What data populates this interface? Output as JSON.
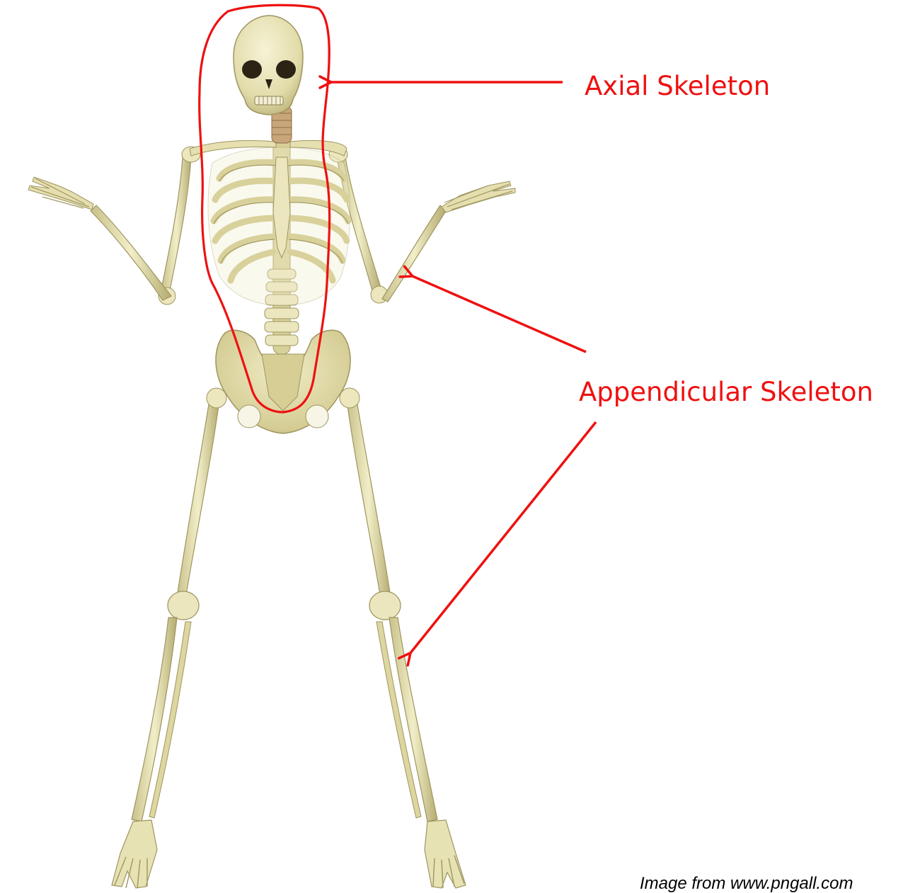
{
  "labels": {
    "axial": "Axial Skeleton",
    "appendicular": "Appendicular Skeleton"
  },
  "credit": "Image from www.pngall.com",
  "figure": {
    "subject": "skeleton-icon",
    "annotation_color": "#ee1111",
    "bone_color": "#e6e2b4",
    "bone_shade": "#b8b07a",
    "joint_color": "#ede9c6"
  }
}
